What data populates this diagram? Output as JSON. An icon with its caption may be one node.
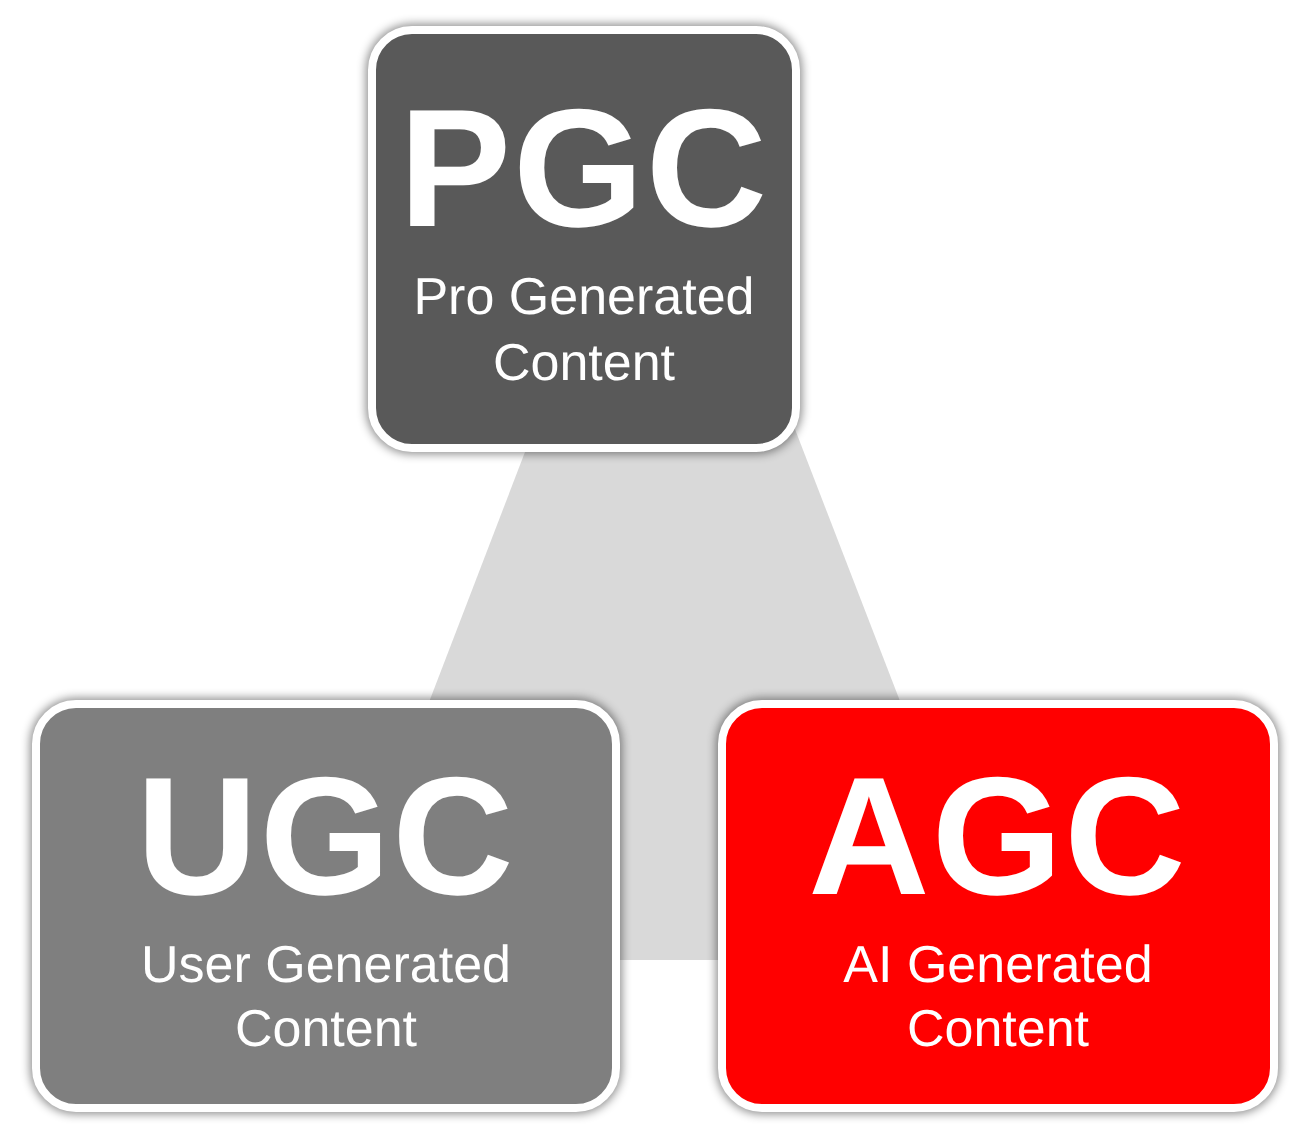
{
  "diagram": {
    "nodes": [
      {
        "text": [
          "PGC",
          "Pro Generated Content"
        ]
      },
      {
        "text": [
          "UGC",
          "User Generated Content"
        ]
      },
      {
        "text": [
          "AGC",
          "AI Generated Content"
        ]
      }
    ]
  }
}
